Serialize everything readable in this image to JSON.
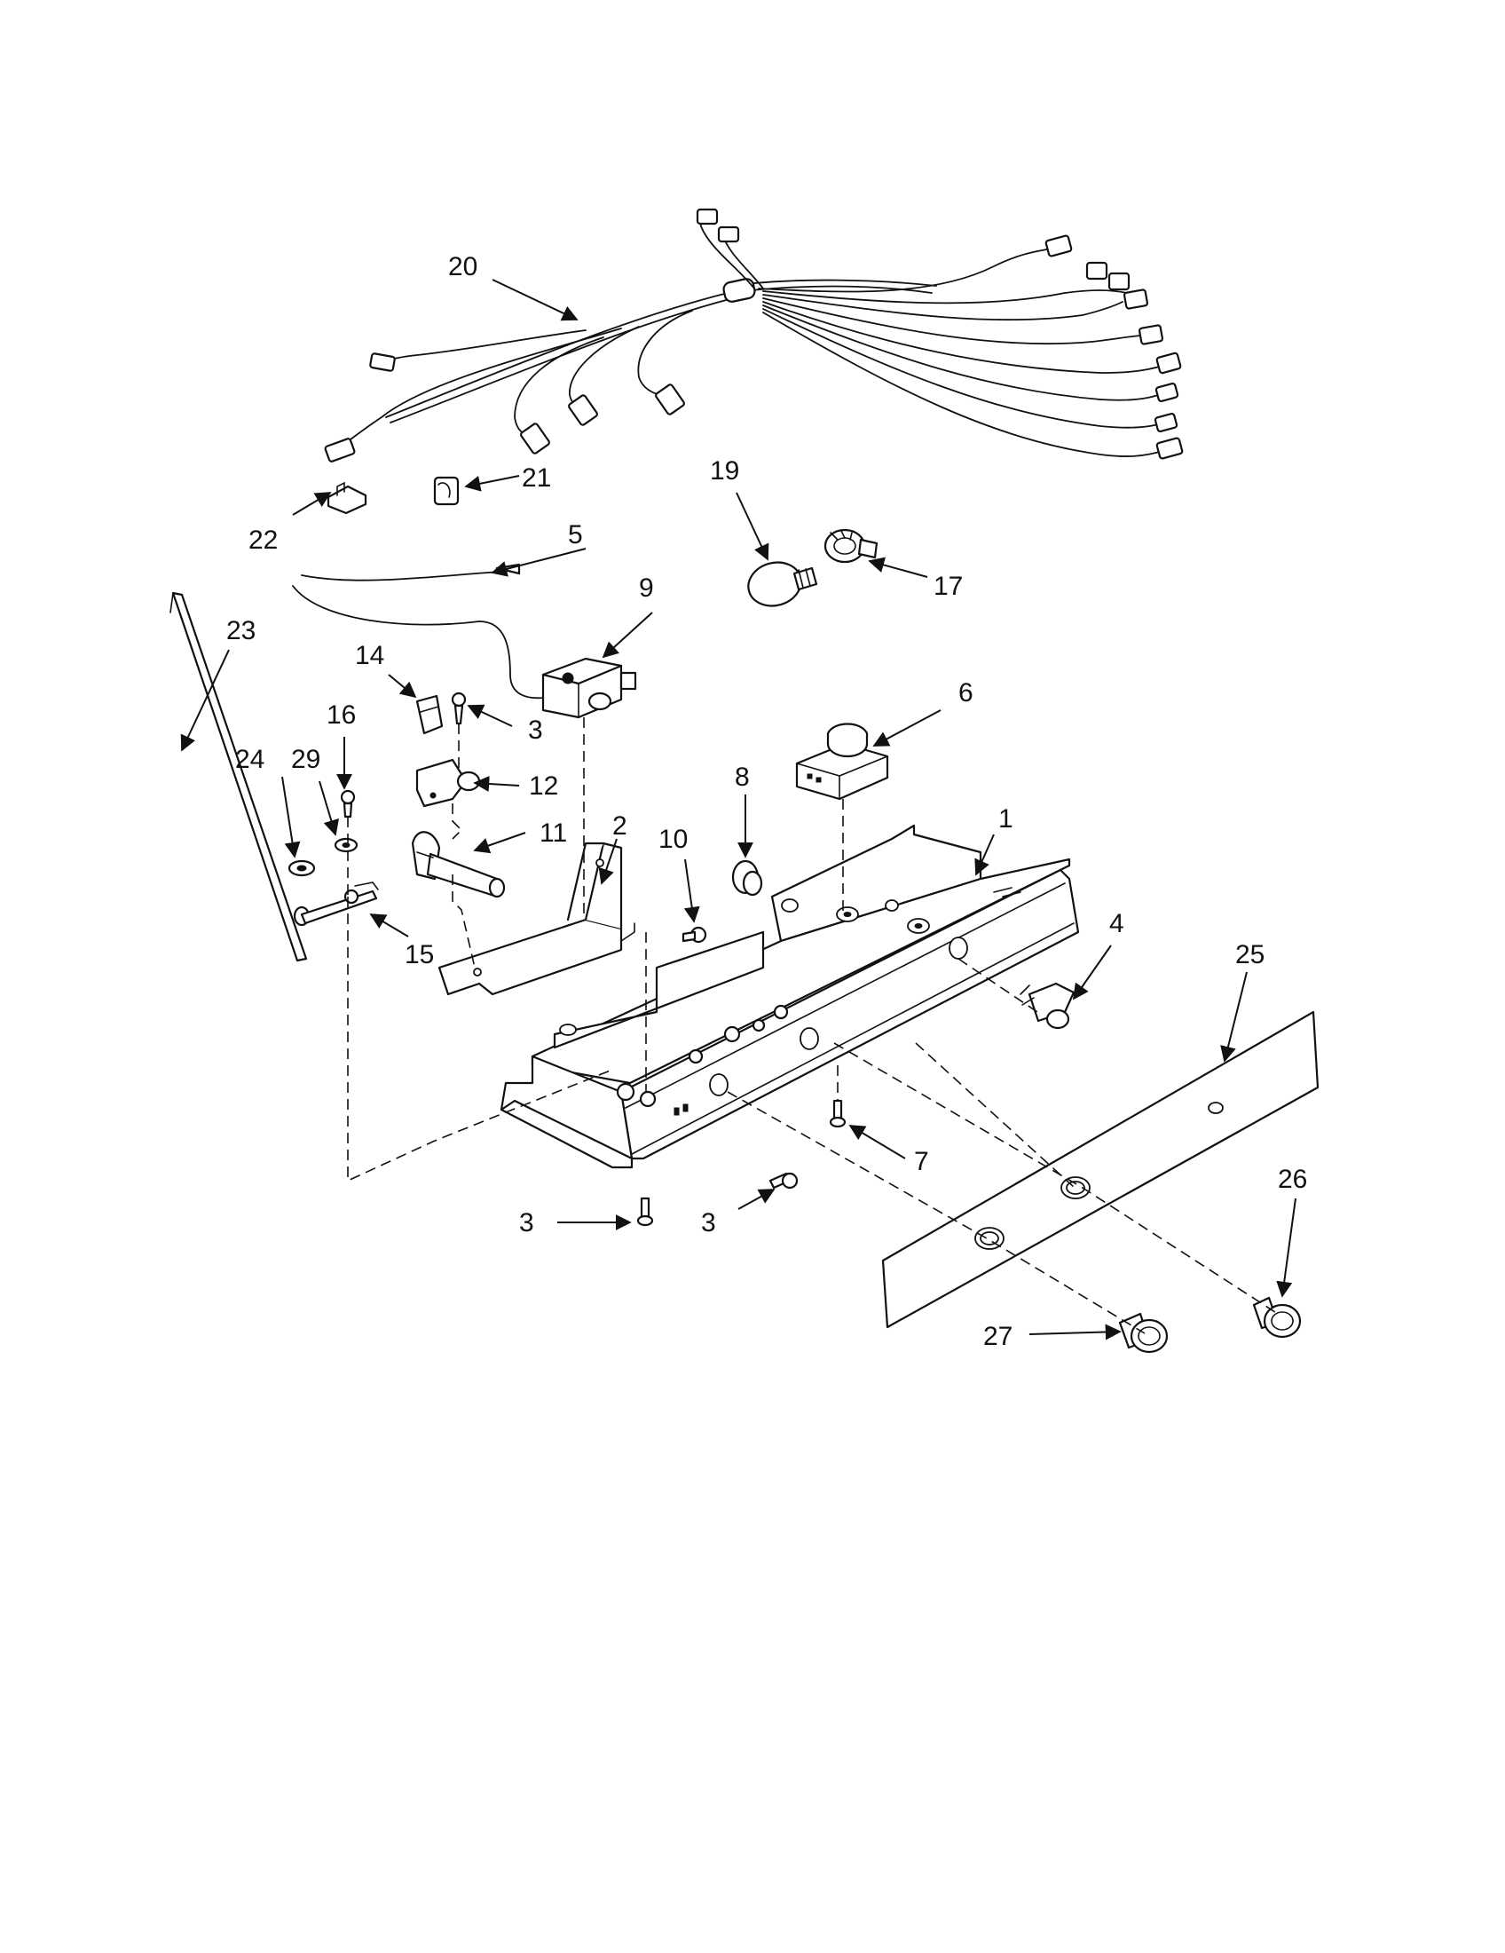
{
  "callouts": [
    {
      "id": "1",
      "label": "1"
    },
    {
      "id": "2",
      "label": "2"
    },
    {
      "id": "3a",
      "label": "3"
    },
    {
      "id": "3b",
      "label": "3"
    },
    {
      "id": "3c",
      "label": "3"
    },
    {
      "id": "4",
      "label": "4"
    },
    {
      "id": "5",
      "label": "5"
    },
    {
      "id": "6",
      "label": "6"
    },
    {
      "id": "7",
      "label": "7"
    },
    {
      "id": "8",
      "label": "8"
    },
    {
      "id": "9",
      "label": "9"
    },
    {
      "id": "10",
      "label": "10"
    },
    {
      "id": "11",
      "label": "11"
    },
    {
      "id": "12",
      "label": "12"
    },
    {
      "id": "14",
      "label": "14"
    },
    {
      "id": "15",
      "label": "15"
    },
    {
      "id": "16",
      "label": "16"
    },
    {
      "id": "17",
      "label": "17"
    },
    {
      "id": "19",
      "label": "19"
    },
    {
      "id": "20",
      "label": "20"
    },
    {
      "id": "21",
      "label": "21"
    },
    {
      "id": "22",
      "label": "22"
    },
    {
      "id": "23",
      "label": "23"
    },
    {
      "id": "24",
      "label": "24"
    },
    {
      "id": "25",
      "label": "25"
    },
    {
      "id": "26",
      "label": "26"
    },
    {
      "id": "27",
      "label": "27"
    },
    {
      "id": "29",
      "label": "29"
    }
  ]
}
